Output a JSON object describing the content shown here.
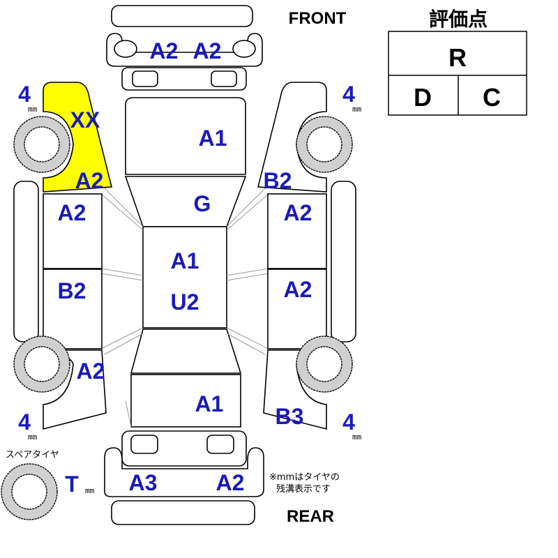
{
  "labels": {
    "front": "FRONT",
    "rear": "REAR",
    "mm": "mm",
    "spare_tire": "スペアタイヤ",
    "spare_tire_value": "T",
    "note_line1": "※mmはタイヤの",
    "note_line2": "残溝表示です"
  },
  "grade": {
    "title": "評価点",
    "overall": "R",
    "interior": "D",
    "exterior": "C"
  },
  "tread": {
    "front_left": "4",
    "front_right": "4",
    "rear_left": "4",
    "rear_right": "4"
  },
  "damage": {
    "front_bumper_left": "A2",
    "front_bumper_right": "A2",
    "hood": "A1",
    "windshield": "G",
    "roof_1": "A1",
    "roof_2": "U2",
    "trunk": "A1",
    "rear_bumper_left": "A3",
    "rear_bumper_right": "A2",
    "left_front_fender_1": "XX",
    "left_front_fender_2": "A2",
    "left_front_door": "A2",
    "left_rear_door": "B2",
    "left_rear_fender": "A2",
    "right_front_fender": "B2",
    "right_front_door": "A2",
    "right_rear_door": "A2",
    "right_rear_fender": "B3"
  },
  "colors": {
    "label_blue": "#1a1ab8",
    "highlight_yellow": "#ffff00",
    "tire_gray": "#d0d0d0"
  }
}
